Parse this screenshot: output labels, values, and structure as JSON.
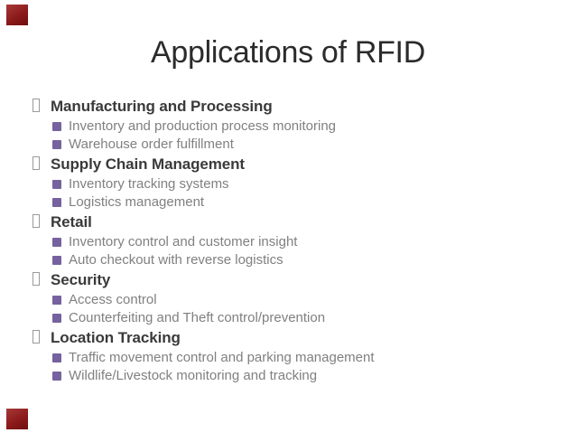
{
  "slide": {
    "title": "Applications of RFID",
    "bullets": [
      {
        "label": "Manufacturing and Processing",
        "subs": [
          "Inventory and production process monitoring",
          "Warehouse order fulfillment"
        ]
      },
      {
        "label": "Supply Chain Management",
        "subs": [
          "Inventory tracking systems",
          "Logistics management"
        ]
      },
      {
        "label": "Retail",
        "subs": [
          "Inventory control and customer insight",
          "Auto checkout with reverse logistics"
        ]
      },
      {
        "label": "Security",
        "subs": [
          "Access control",
          "Counterfeiting and Theft control/prevention"
        ]
      },
      {
        "label": "Location Tracking",
        "subs": [
          "Traffic movement control and parking management",
          "Wildlife/Livestock monitoring and tracking"
        ]
      }
    ],
    "icons": {
      "level1_bullet": "hollow-square",
      "level2_bullet": "filled-square",
      "corner_decoration": "red-rectangle"
    },
    "colors": {
      "title_text": "#2b2b2b",
      "level1_text": "#3a3a3a",
      "level2_text": "#808080",
      "sub_bullet": "#75629f",
      "corner_accent": "#8c1a1a",
      "corner_accent_light": "#a63a3a"
    }
  }
}
